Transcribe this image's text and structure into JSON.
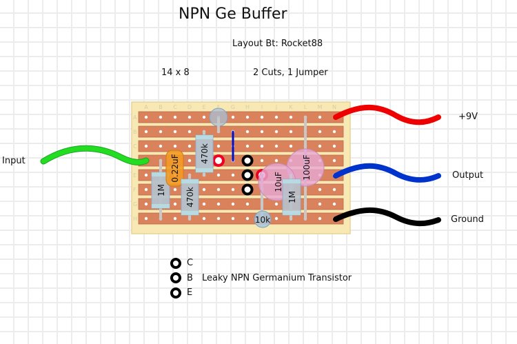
{
  "header": {
    "title": "NPN Ge Buffer",
    "credit": "Layout Bt: Rocket88",
    "board_size": "14 x 8",
    "cuts_jumpers": "2 Cuts, 1 Jumper"
  },
  "board": {
    "columns": [
      "A",
      "B",
      "C",
      "D",
      "E",
      "F",
      "G",
      "H",
      "I",
      "J",
      "K",
      "L",
      "M",
      "N"
    ],
    "rows": [
      "A",
      "B",
      "C",
      "D",
      "E",
      "F",
      "G",
      "H"
    ],
    "colors": {
      "board": "#f8e8b4",
      "board_border": "#e6d395",
      "strip": "#d9825c",
      "strip_border": "#b96a48",
      "hole": "#ffffff"
    }
  },
  "wires": {
    "input": {
      "label": "Input",
      "color": "#22dd22"
    },
    "power": {
      "label": "+9V",
      "color": "#ee0000"
    },
    "output": {
      "label": "Output",
      "color": "#0033cc"
    },
    "ground": {
      "label": "Ground",
      "color": "#000000"
    }
  },
  "components": {
    "r_470k_top": {
      "label": "470k"
    },
    "r_470k_bottom": {
      "label": "470k"
    },
    "r_1m_left": {
      "label": "1M"
    },
    "r_1m_right": {
      "label": "1M"
    },
    "c_022": {
      "label": "0.22uF"
    },
    "c_10u": {
      "label": "10uF"
    },
    "c_100u": {
      "label": "100uF"
    },
    "trim_10k": {
      "label": "10k"
    }
  },
  "legend": {
    "pins": [
      "C",
      "B",
      "E"
    ],
    "description": "Leaky NPN Germanium Transistor"
  }
}
